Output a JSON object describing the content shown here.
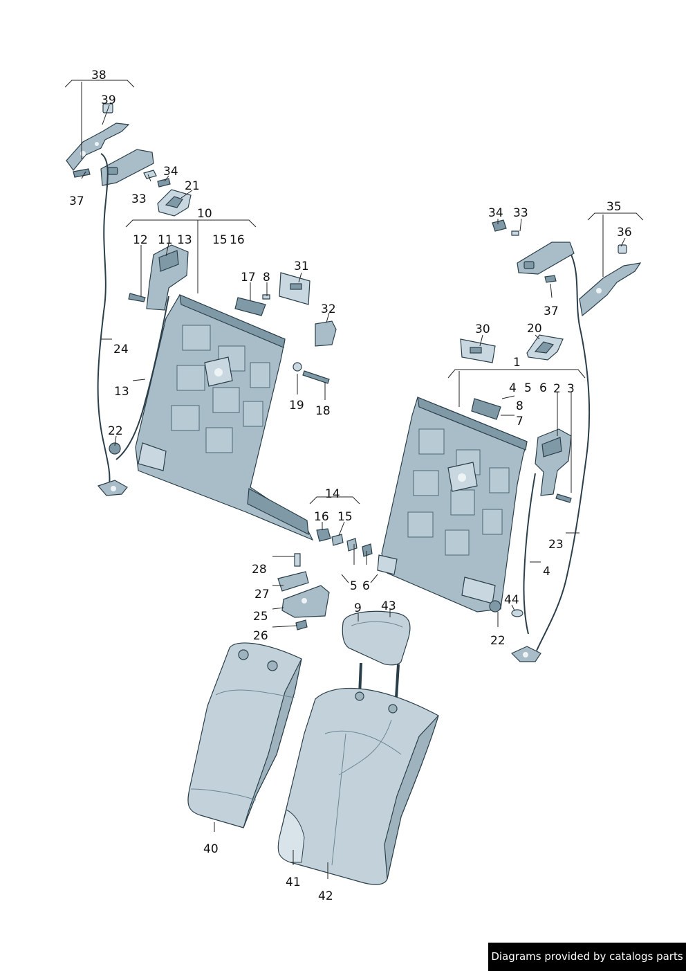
{
  "diagram": {
    "kind": "exploded parts diagram – rear seat backrest frames, locks, cables, headrest and covers",
    "colors": {
      "metal": "#a9bdc8",
      "metal_dark": "#7f99a6",
      "outline": "#2a3f4a",
      "credit_bg": "#000000"
    },
    "callouts": {
      "c38": "38",
      "c39": "39",
      "c37L": "37",
      "c34L": "34",
      "c33L": "33",
      "c21": "21",
      "c10": "10",
      "c12": "12",
      "c11": "11",
      "c13a": "13",
      "c15a": "15",
      "c16a": "16",
      "c17": "17",
      "c8a": "8",
      "c31": "31",
      "c32": "32",
      "c24": "24",
      "c13b": "13",
      "c19": "19",
      "c18": "18",
      "c22L": "22",
      "c14": "14",
      "c16b": "16",
      "c15b": "15",
      "c28": "28",
      "c27": "27",
      "c25": "25",
      "c26": "26",
      "c5b": "5",
      "c6b": "6",
      "c34R": "34",
      "c33R": "33",
      "c35": "35",
      "c36": "36",
      "c37R": "37",
      "c30": "30",
      "c20": "20",
      "c1": "1",
      "c4a": "4",
      "c5a": "5",
      "c6a": "6",
      "c2": "2",
      "c3": "3",
      "c8b": "8",
      "c7": "7",
      "c23": "23",
      "c4b": "4",
      "c44": "44",
      "c22R": "22",
      "c9": "9",
      "c43": "43",
      "c40": "40",
      "c41": "41",
      "c42": "42"
    }
  },
  "footer": {
    "credit": "Diagrams provided by catalogs parts"
  }
}
